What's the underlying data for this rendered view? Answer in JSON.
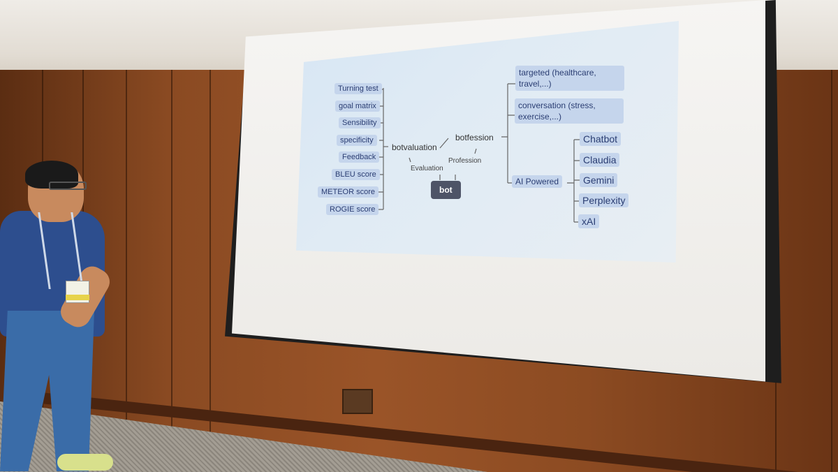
{
  "slide": {
    "evaluation_leaves": [
      "Turning test",
      "goal matrix",
      "Sensibility",
      "specificity",
      "Feedback",
      "BLEU score",
      "METEOR score",
      "ROGIE score"
    ],
    "botvaluation": "botvaluation",
    "botfession": "botfession",
    "root": "bot",
    "label_evaluation": "Evaluation",
    "label_profession": "Profession",
    "targeted": "targeted (healthcare, travel,...)",
    "conversation": "conversation (stress, exercise,...)",
    "ai_powered": "AI Powered",
    "ai_leaves": [
      "Chatbot",
      "Claudia",
      "Gemini",
      "Perplexity",
      "xAI"
    ]
  }
}
